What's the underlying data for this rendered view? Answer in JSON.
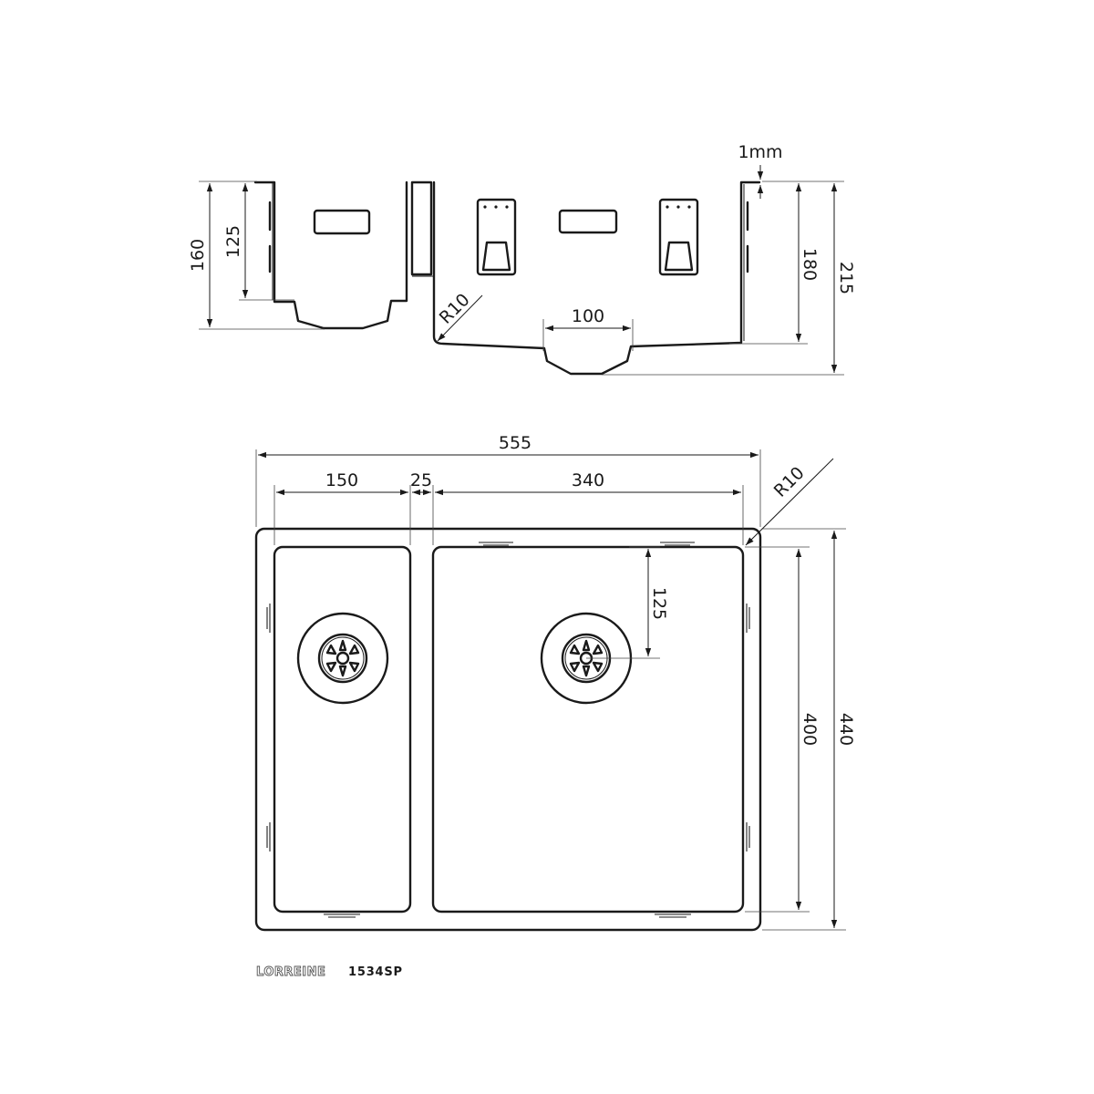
{
  "side_view": {
    "dimensions": {
      "thickness": "1mm",
      "small_bowl_depth_total": "160",
      "small_bowl_depth": "125",
      "large_bowl_depth": "180",
      "overall_depth": "215",
      "drain_width": "100",
      "corner_radius": "R10"
    }
  },
  "top_view": {
    "dimensions": {
      "overall_width": "555",
      "small_bowl_width": "150",
      "divider_width": "25",
      "large_bowl_width": "340",
      "corner_radius": "R10",
      "drain_offset": "125",
      "bowl_length": "400",
      "overall_length": "440"
    }
  },
  "product": {
    "brand": "LORREINE",
    "model": "1534SP"
  }
}
